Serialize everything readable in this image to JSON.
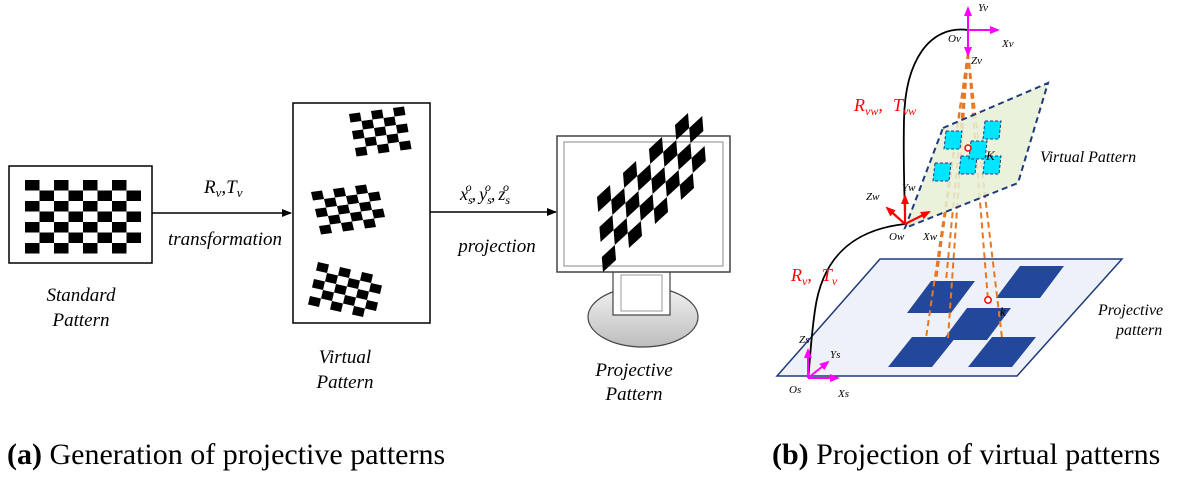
{
  "panel_a": {
    "standard_label_1": "Standard",
    "standard_label_2": "Pattern",
    "arrow1_math_R": "R",
    "arrow1_math_Rsub": "v",
    "arrow1_math_T": "T",
    "arrow1_math_Tsub": "v",
    "arrow1_label": "transformation",
    "virtual_label_1": "Virtual",
    "virtual_label_2": "Pattern",
    "arrow2_x": "x",
    "arrow2_y": "y",
    "arrow2_z": "z",
    "arrow2_sub": "s",
    "arrow2_sup": "o",
    "arrow2_label": "projection",
    "projective_label_1": "Projective",
    "projective_label_2": "Pattern"
  },
  "panel_b": {
    "Yv": "Yv",
    "Ov": "Ov",
    "Xv": "Xv",
    "Zv": "Zv",
    "Rvw": "R",
    "Rvw_sub": "vw",
    "Tvw": "T",
    "Tvw_sub": "vw",
    "sep": ",",
    "K": "K",
    "virtual_pattern": "Virtual Pattern",
    "Zw": "Zw",
    "Yw": "Yw",
    "Ow": "Ow",
    "Xw": "Xw",
    "Rv": "R",
    "Rv_sub": "v",
    "Tv": "T",
    "Tv_sub": "v",
    "k": "k",
    "projective_1": "Projective",
    "projective_2": "pattern",
    "Zs": "Zs",
    "Ys": "Ys",
    "Os": "Os",
    "Xs": "Xs"
  },
  "captions": {
    "a_tag": "(a)",
    "a_text": " Generation of projective patterns",
    "b_tag": "(b)",
    "b_text": " Projection of virtual patterns"
  },
  "colors": {
    "axis_magenta": "#ff00ff",
    "frame_red": "#ff0000",
    "virtual_fill": "#e6f0d6",
    "virtual_border": "#1f3a7a",
    "cyan_tile": "#00e5ff",
    "proj_fill": "#eef1f7",
    "proj_tile": "#23479a",
    "ray_orange": "#e87722"
  }
}
